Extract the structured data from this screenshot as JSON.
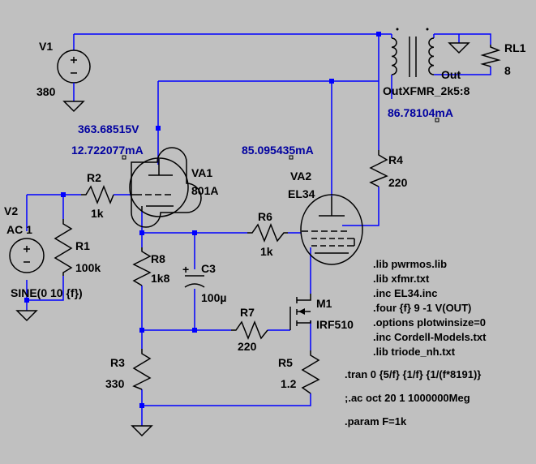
{
  "components": {
    "v1": {
      "name": "V1",
      "value": "380"
    },
    "v2": {
      "name": "V2",
      "value": "AC 1",
      "source": "SINE(0 10 {f})"
    },
    "rl1": {
      "name": "RL1",
      "value": "8"
    },
    "xfmr": {
      "name": "OutXFMR_2k5:8",
      "port": "Out"
    },
    "r1": {
      "name": "R1",
      "value": "100k"
    },
    "r2": {
      "name": "R2",
      "value": "1k"
    },
    "r3": {
      "name": "R3",
      "value": "330"
    },
    "r4": {
      "name": "R4",
      "value": "220"
    },
    "r5": {
      "name": "R5",
      "value": "1.2"
    },
    "r6": {
      "name": "R6",
      "value": "1k"
    },
    "r7": {
      "name": "R7",
      "value": "220"
    },
    "r8": {
      "name": "R8",
      "value": "1k8"
    },
    "c3": {
      "name": "C3",
      "value": "100µ",
      "polarity": "+"
    },
    "va1": {
      "name": "VA1",
      "value": "801A"
    },
    "va2": {
      "name": "VA2",
      "value": "EL34"
    },
    "m1": {
      "name": "M1",
      "value": "IRF510"
    }
  },
  "probes": {
    "voltage": "363.68515V",
    "current_va1": "12.722077mA",
    "current_va2": "85.095435mA",
    "current_xfmr": "86.78104mA"
  },
  "directives": [
    ".lib pwrmos.lib",
    ".lib xfmr.txt",
    ".inc EL34.inc",
    ".four {f} 9 -1 V(OUT)",
    ".options plotwinsize=0",
    ".inc Cordell-Models.txt",
    ".lib triode_nh.txt",
    ".tran 0 {5/f} {1/f} {1/(f*8191)}",
    ";.ac oct 20 1 1000000Meg",
    ".param F=1k"
  ],
  "colors": {
    "background": "#c0c0c0",
    "wire": "#0000ff",
    "component": "#000000",
    "annotation": "#0000a0"
  }
}
